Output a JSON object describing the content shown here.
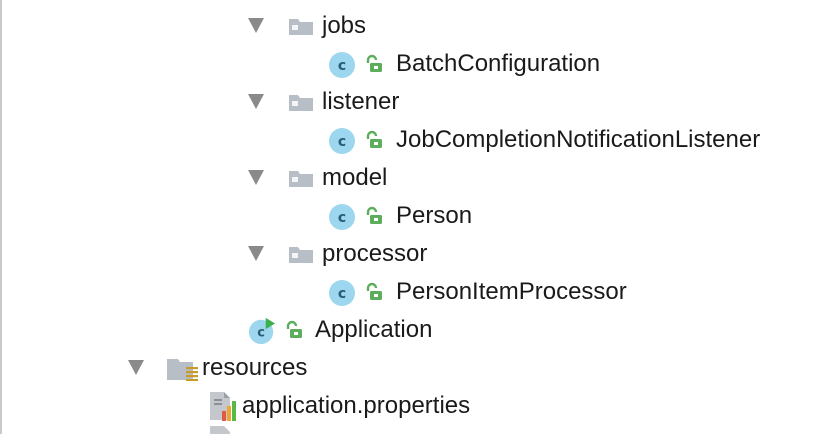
{
  "tree": {
    "jobs": {
      "label": "jobs",
      "children": [
        {
          "label": "BatchConfiguration",
          "icon": "class-icon"
        }
      ]
    },
    "listener": {
      "label": "listener",
      "children": [
        {
          "label": "JobCompletionNotificationListener",
          "icon": "class-icon"
        }
      ]
    },
    "model": {
      "label": "model",
      "children": [
        {
          "label": "Person",
          "icon": "class-icon"
        }
      ]
    },
    "processor": {
      "label": "processor",
      "children": [
        {
          "label": "PersonItemProcessor",
          "icon": "class-icon"
        }
      ]
    },
    "application": {
      "label": "Application",
      "icon": "runnable-class-icon"
    },
    "resources": {
      "label": "resources",
      "icon": "resources-folder-icon",
      "children": [
        {
          "label": "application.properties",
          "icon": "properties-file-icon"
        }
      ]
    }
  },
  "colors": {
    "class_badge": "#9dd6ef",
    "access_badge": "#5cae5c",
    "run_marker": "#3cb04a",
    "folder": "#b8bec6",
    "arrow": "#8a8a8a",
    "properties_bar_red": "#e05a47",
    "properties_bar_orange": "#f0a530",
    "properties_bar_green": "#58b848"
  }
}
